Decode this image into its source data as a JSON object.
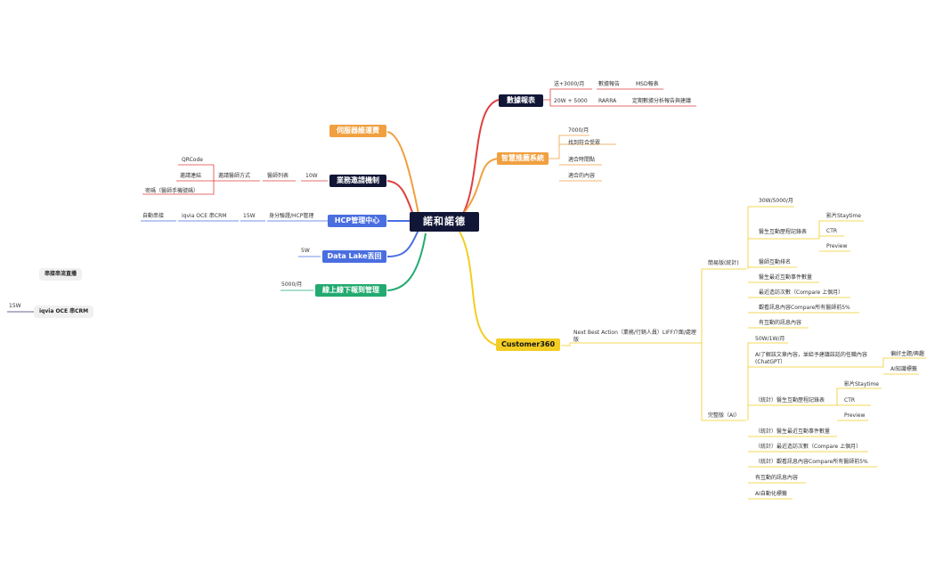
{
  "central": "諾和諾德",
  "colors": {
    "red": "#e04040",
    "orange": "#f0a040",
    "yellow": "#f3cd24",
    "blue": "#4a6ee0",
    "green": "#22aa70",
    "navy": "#121636"
  },
  "branches": {
    "data_report": {
      "label": "數據報表",
      "row1": {
        "a": "送+3000/月",
        "b": "數據報告",
        "c": "MSD報表"
      },
      "row2": {
        "a": "20W + 5000",
        "b": "RARRA",
        "c": "定期數據分析報告與建議"
      }
    },
    "smart_rec": {
      "label": "智慧推薦系統",
      "price": "7000/月",
      "items": [
        "找到符合受眾",
        "適合時間點",
        "適合的內容"
      ]
    },
    "customer360": {
      "label": "Customer360",
      "desc": "Next Best Action（業務/行銷人員）LIFF介面/處理版",
      "simple": {
        "label": "簡易版(統計)",
        "price": "30W/5000/月",
        "record": "醫生互動歷程記錄表",
        "record_items": [
          "影片Staytime",
          "CTR",
          "Preview"
        ],
        "items": [
          "醫師互動排名",
          "醫生最近互動事件數量",
          "最近造訪次數（Compare 上個月）",
          "觀看訊息內容Compare所有醫師前5%",
          "有互動的訊息內容"
        ]
      },
      "full": {
        "label": "完整版（AI）",
        "price": "50W/1W/月",
        "ai_understand": "AI了解該文章內容，並給予建議該話的任職內容(ChatGPT）",
        "ai_sub": [
          "偏好主題/興趣",
          "AI知識標籤"
        ],
        "record": "（統計）醫生互動歷程記錄表",
        "record_items": [
          "影片Staytime",
          "CTR",
          "Preview"
        ],
        "items": [
          "（統計）醫生最近互動事件數量",
          "（統計）最近造訪次數（Compare 上個月）",
          "（統計）觀看訊息內容Compare所有醫師前5%",
          "有互動的訊息內容",
          "AI自動化標籤"
        ]
      }
    },
    "server": {
      "label": "伺服器維運費"
    },
    "invite": {
      "label": "業務邀請機制",
      "price": "10W",
      "list": "醫師列表",
      "method": "邀請醫師方式",
      "link": "邀請連結",
      "qrcode": "QRCode",
      "password": "密碼（醫師手機號碼）"
    },
    "hcp": {
      "label": "HCP管理中心",
      "identity": "身分驗證/HCP管理",
      "price": "15W",
      "iqvia": "iqvia OCE 串CRM",
      "auto": "自動串接"
    },
    "datalake": {
      "label": "Data Lake丟回",
      "price": "5W"
    },
    "offline": {
      "label": "線上線下報到管理",
      "price": "5000/月"
    }
  },
  "floating": {
    "pill1": "串接串流直播",
    "pill2": "iqvia OCE 串CRM",
    "price2": "15W"
  }
}
